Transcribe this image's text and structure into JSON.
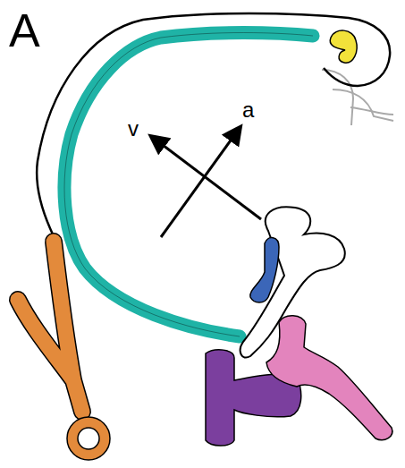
{
  "diagram": {
    "labels": [
      "A",
      "v",
      "a"
    ]
  }
}
